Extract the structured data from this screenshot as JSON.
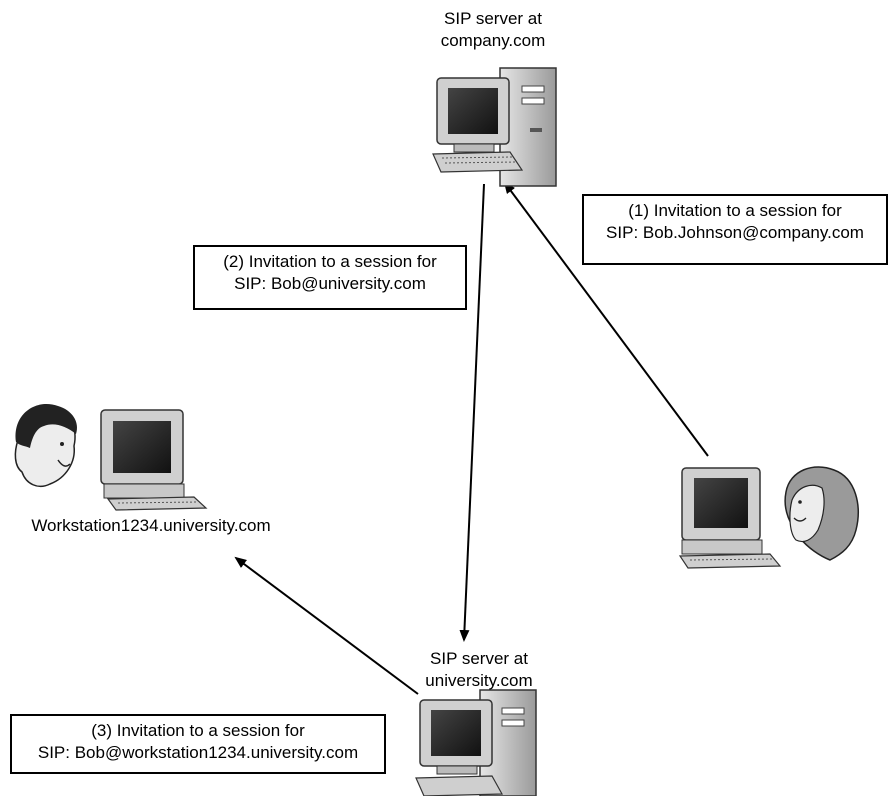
{
  "nodes": {
    "server_company": {
      "label_line1": "SIP server at",
      "label_line2": "company.com"
    },
    "server_university": {
      "label_line1": "SIP server at",
      "label_line2": "university.com"
    },
    "workstation": {
      "label": "Workstation1234.university.com"
    }
  },
  "messages": [
    {
      "line1": "(1) Invitation to a session for",
      "line2": "SIP: Bob.Johnson@company.com"
    },
    {
      "line1": "(2) Invitation to a session for",
      "line2": "SIP: Bob@university.com"
    },
    {
      "line1": "(3) Invitation to a session for",
      "line2": "SIP: Bob@workstation1234.university.com"
    }
  ]
}
